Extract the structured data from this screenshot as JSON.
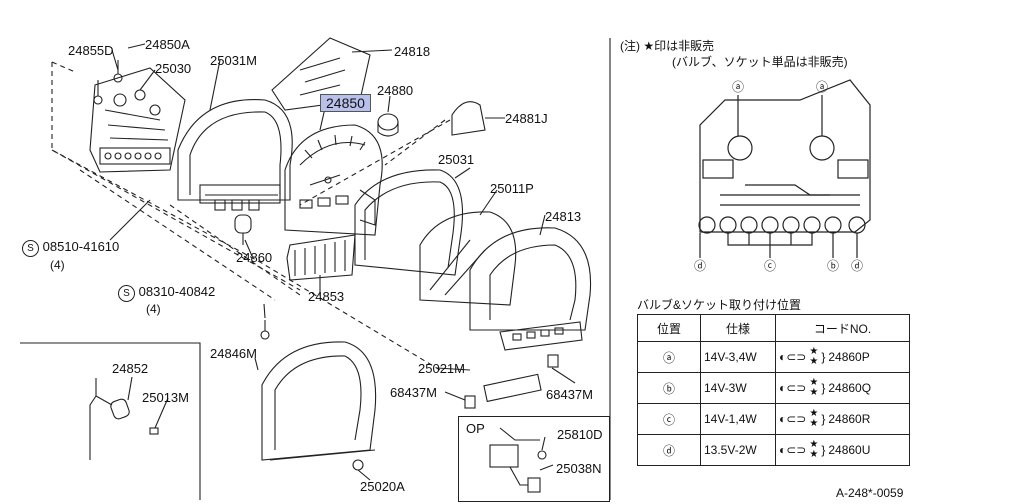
{
  "labels": {
    "p24855D": "24855D",
    "p24850A": "24850A",
    "p25030": "25030",
    "p25031M": "25031M",
    "p24818": "24818",
    "p24880": "24880",
    "p24850": "24850",
    "p24881J": "24881J",
    "p25031": "25031",
    "p25011P": "25011P",
    "p24813": "24813",
    "screw1": "08510-41610",
    "screw1_qty": "(4)",
    "s_mark": "S",
    "p24860": "24860",
    "p24853": "24853",
    "screw2": "08310-40842",
    "screw2_qty": "(4)",
    "p24846M": "24846M",
    "p24852": "24852",
    "p25013M": "25013M",
    "p25021M": "25021M",
    "p68437M_left": "68437M",
    "p68437M_right": "68437M",
    "p25020A": "25020A",
    "op": "OP",
    "p25810D": "25810D",
    "p25038N": "25038N",
    "page_code": "A-248*-0059"
  },
  "note": {
    "line1": "(注) ★印は非販売",
    "line2": "(バルブ、ソケット単品は非販売)"
  },
  "board_marks": {
    "a": "ⓐ",
    "b": "ⓑ",
    "c": "ⓒ",
    "d": "ⓓ"
  },
  "table": {
    "title": "バルブ&ソケット取り付け位置",
    "headers": [
      "位置",
      "仕様",
      "コードNO."
    ],
    "rows": [
      {
        "pos": "ⓐ",
        "spec": "14V-3,4W",
        "code": "24860P"
      },
      {
        "pos": "ⓑ",
        "spec": "14V-3W",
        "code": "24860Q"
      },
      {
        "pos": "ⓒ",
        "spec": "14V-1,4W",
        "code": "24860R"
      },
      {
        "pos": "ⓓ",
        "spec": "13.5V-2W",
        "code": "24860U"
      }
    ]
  },
  "colors": {
    "line": "#222222",
    "highlight": "#b9c0ec"
  }
}
